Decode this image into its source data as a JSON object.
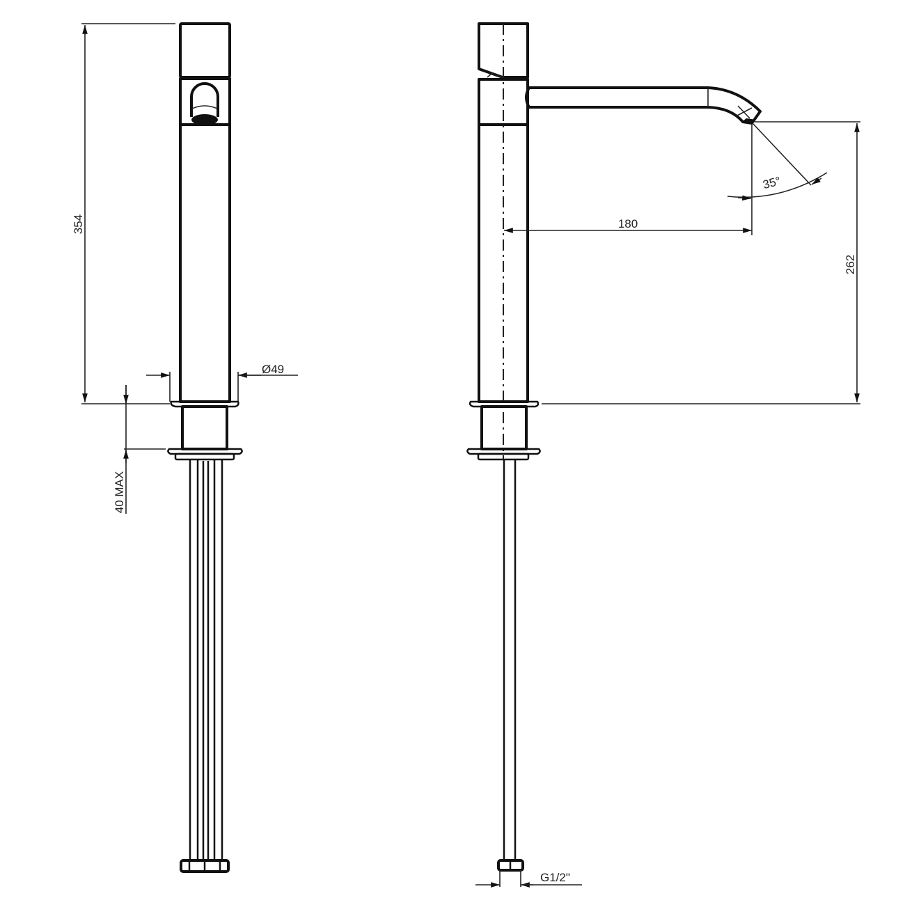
{
  "drawing": {
    "type": "technical-drawing",
    "subject": "tall single-lever basin mixer tap",
    "views": [
      {
        "name": "front-view"
      },
      {
        "name": "side-view"
      }
    ],
    "dimensions": {
      "overall_height": "354",
      "body_diameter": "Ø49",
      "diameter_symbol": "Ø",
      "diameter_value": "49",
      "deck_thickness": "40 MAX",
      "spout_reach": "180",
      "spout_height": "262",
      "spout_angle": "35°",
      "connection_thread": "G1/2\""
    },
    "colors": {
      "line": "#111111",
      "background": "#ffffff"
    }
  }
}
